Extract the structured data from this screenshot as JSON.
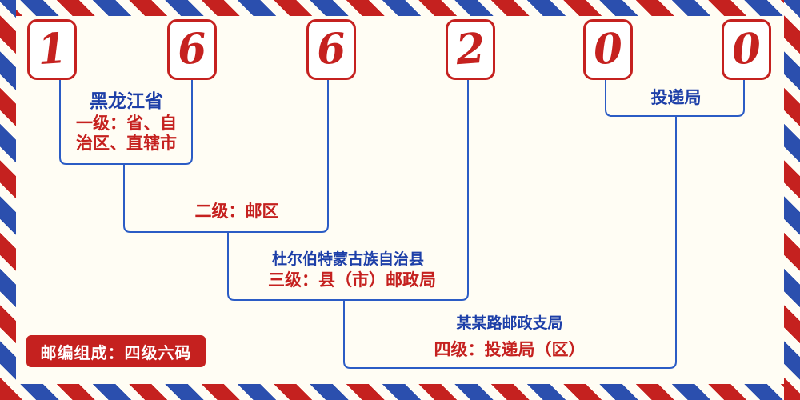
{
  "postal_code": {
    "digits": [
      "1",
      "6",
      "6",
      "2",
      "0",
      "0"
    ]
  },
  "labels": {
    "level1_place": "黑龙江省",
    "level1_desc": "一级：省、自治区、直辖市",
    "level2_desc": "二级：邮区",
    "level3_place": "杜尔伯特蒙古族自治县",
    "level3_desc": "三级：县（市）邮政局",
    "level4_place": "某某路邮政支局",
    "level4_desc": "四级：投递局（区）",
    "delivery_office": "投递局",
    "composition_note": "邮编组成：四级六码"
  },
  "colors": {
    "accent_red": "#c5211f",
    "label_blue": "#1d3fa8",
    "line_blue": "#2b5cc5",
    "border_stripe_red": "#c5211f",
    "border_stripe_blue": "#2b4fae",
    "background": "#fffdf4"
  }
}
